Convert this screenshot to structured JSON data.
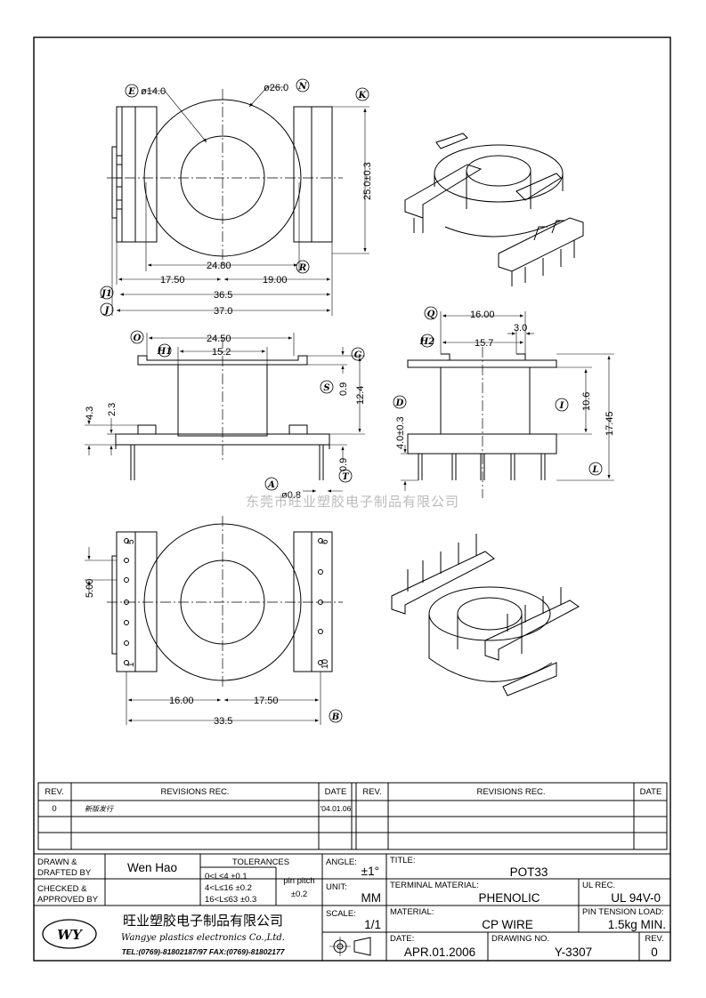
{
  "views": {
    "top": {
      "callouts": {
        "e": "E",
        "n": "N",
        "k": "K",
        "r": "R",
        "j1": "J1",
        "j": "J"
      },
      "dims": {
        "e": "ø14.0",
        "n": "ø26.0",
        "k": "25.0±0.3",
        "r": "24.80",
        "left": "17.50",
        "right": "19.00",
        "j1": "36.5",
        "j": "37.0"
      }
    },
    "front": {
      "callouts": {
        "o": "O",
        "h1": "H1",
        "g": "G",
        "s": "S",
        "t": "T",
        "a": "A"
      },
      "dims": {
        "o": "24.50",
        "h1": "15.2",
        "s": "0.9",
        "g": "12.4",
        "t": "0.9",
        "a": "ø0.8",
        "h43": "4.3",
        "h23": "2.3"
      }
    },
    "side": {
      "callouts": {
        "q": "Q",
        "h2": "H2",
        "d": "D",
        "i": "I",
        "l": "L"
      },
      "dims": {
        "q": "16.00",
        "h2": "15.7",
        "p30": "3.0",
        "d": "4.0±0.3",
        "i": "10.6",
        "l": "17.45"
      }
    },
    "bottom": {
      "callouts": {
        "b": "B"
      },
      "dims": {
        "pitch": "5.00",
        "left": "16.00",
        "right": "17.50",
        "b": "33.5"
      },
      "pins": {
        "p5": "5",
        "p6": "6",
        "p1": "1",
        "p10": "10"
      }
    }
  },
  "watermark": "东莞市旺业塑胶电子制品有限公司",
  "revisions": {
    "headers": {
      "rev": "REV.",
      "rec": "REVISIONS   REC.",
      "date": "DATE"
    },
    "left_rows": [
      {
        "rev": "0",
        "text": "新版发行",
        "date": "'04.01.06"
      }
    ]
  },
  "title_block": {
    "drawn_label_1": "DRAWN &",
    "drawn_label_2": "DRAFTED BY",
    "drawn_by": "Wen Hao",
    "checked_label_1": "CHECKED &",
    "checked_label_2": "APPROVED BY",
    "tolerances": {
      "title": "TOLERANCES",
      "r1": "0<L≤4   ±0.1",
      "r2": "4<L≤16  ±0.2",
      "r3": "16<L≤63 ±0.3",
      "pin1": "pin pitch",
      "pin2": "±0.2"
    },
    "angle_label": "ANGLE:",
    "angle": "±1°",
    "unit_label": "UNIT:",
    "unit": "MM",
    "scale_label": "SCALE:",
    "scale": "1/1",
    "title_label": "TITLE:",
    "title": "POT33",
    "terminal_label": "TERMINAL MATERIAL:",
    "terminal": "PHENOLIC",
    "ul_label": "UL REC.",
    "ul": "UL 94V-0",
    "material_label": "MATERIAL:",
    "material": "CP WIRE",
    "tension_label": "PIN TENSION LOAD:",
    "tension": "1.5kg MIN.",
    "date_label": "DATE:",
    "date": "APR.01.2006",
    "drawing_label": "DRAWING NO.",
    "drawing": "Y-3307",
    "rev_label": "REV.",
    "rev": "0",
    "company_cn": "旺业塑胶电子制品有限公司",
    "company_en": "Wangye plastics electronics Co.,Ltd.",
    "company_tel": "TEL:(0769)-81802187/97  FAX:(0769)-81802177",
    "logo": "WY"
  }
}
